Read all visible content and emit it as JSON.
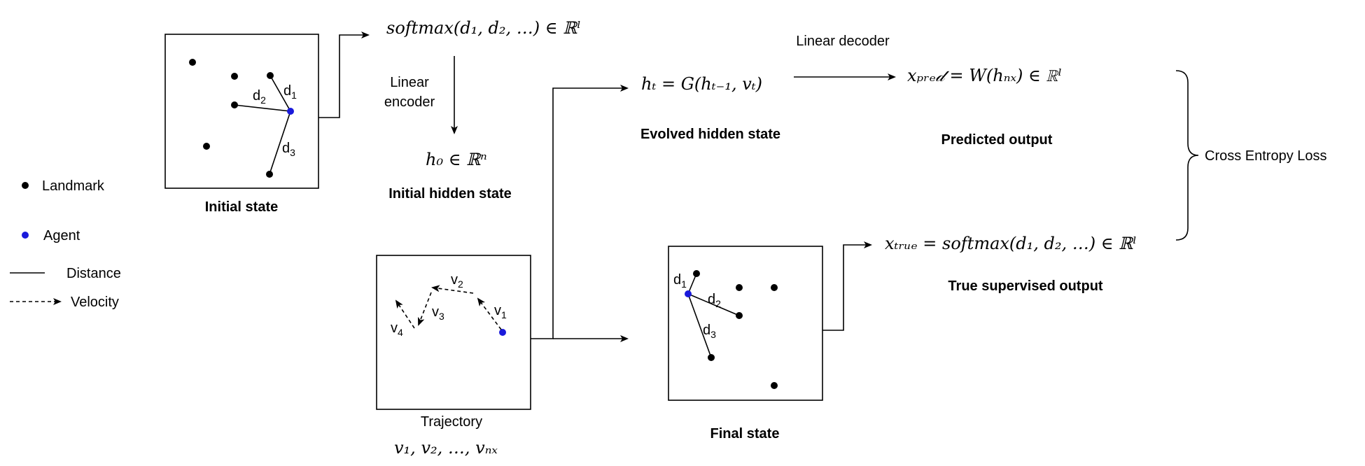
{
  "legend": {
    "landmark": "Landmark",
    "agent": "Agent",
    "distance": "Distance",
    "velocity": "Velocity"
  },
  "panels": {
    "initial_state": "Initial state",
    "trajectory": "Trajectory",
    "final_state": "Final state"
  },
  "labels": {
    "linear_encoder_1": "Linear",
    "linear_encoder_2": "encoder",
    "linear_decoder": "Linear decoder",
    "initial_hidden_state": "Initial hidden state",
    "evolved_hidden_state": "Evolved hidden state",
    "predicted_output": "Predicted output",
    "true_supervised_output": "True supervised output",
    "cross_entropy_loss": "Cross Entropy Loss"
  },
  "math": {
    "softmax_top": "softmax(d₁, d₂, …) ∈ ℝˡ",
    "h0": "h₀ ∈ ℝⁿ",
    "ht": "hₜ = G(hₜ₋₁, vₜ)",
    "xpred": "xₚᵣₑ𝒹 = W(hₙₓ) ∈ ℝˡ",
    "xtrue": "xₜᵣᵤₑ = softmax(d₁, d₂, …) ∈ ℝˡ",
    "trajectory_seq": "v₁, v₂, …, vₙₓ"
  },
  "annotations": {
    "d1": "d",
    "d2": "d",
    "d3": "d",
    "v1": "v",
    "v2": "v",
    "v3": "v",
    "v4": "v",
    "s1": "1",
    "s2": "2",
    "s3": "3",
    "s4": "4"
  },
  "colors": {
    "agent": "#1a1adb",
    "landmark": "#000000"
  }
}
